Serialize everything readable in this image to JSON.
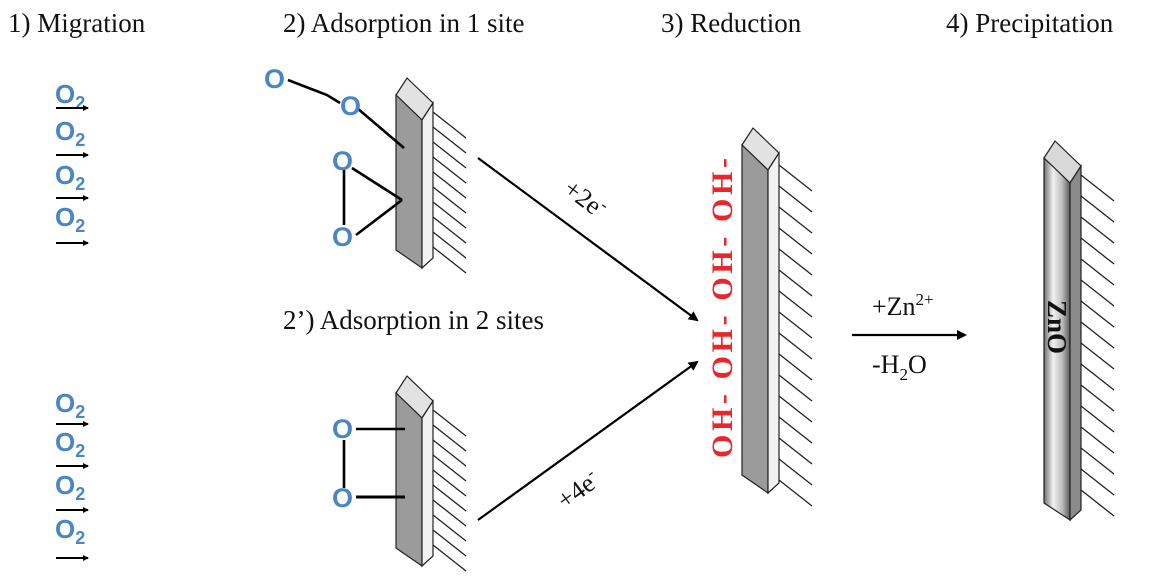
{
  "steps": {
    "migration": "1) Migration",
    "adsorption_one_site": "2) Adsorption in 1 site",
    "reduction": "3) Reduction",
    "precipitation": "4) Precipitation",
    "adsorption_two_sites": "2’) Adsorption in 2 sites"
  },
  "molecules": {
    "o2_symbol": "O",
    "o2_subscript": "2",
    "oxygen_atom": "O",
    "hydroxide_chain": "OH- OH- OH- OH-"
  },
  "reactions": {
    "two_electron": "+2e",
    "four_electron": "+4e",
    "electron_sup": "-",
    "zinc_add": "+Zn",
    "zinc_charge": "2+",
    "water_minus": "-H",
    "water_sub": "2",
    "water_o": "O",
    "zno_label": "ZnO"
  },
  "colors": {
    "oxygen": "#4a86c5",
    "hydroxide": "#e8262b",
    "text": "#111111",
    "electrode": "#9b9b9b"
  }
}
